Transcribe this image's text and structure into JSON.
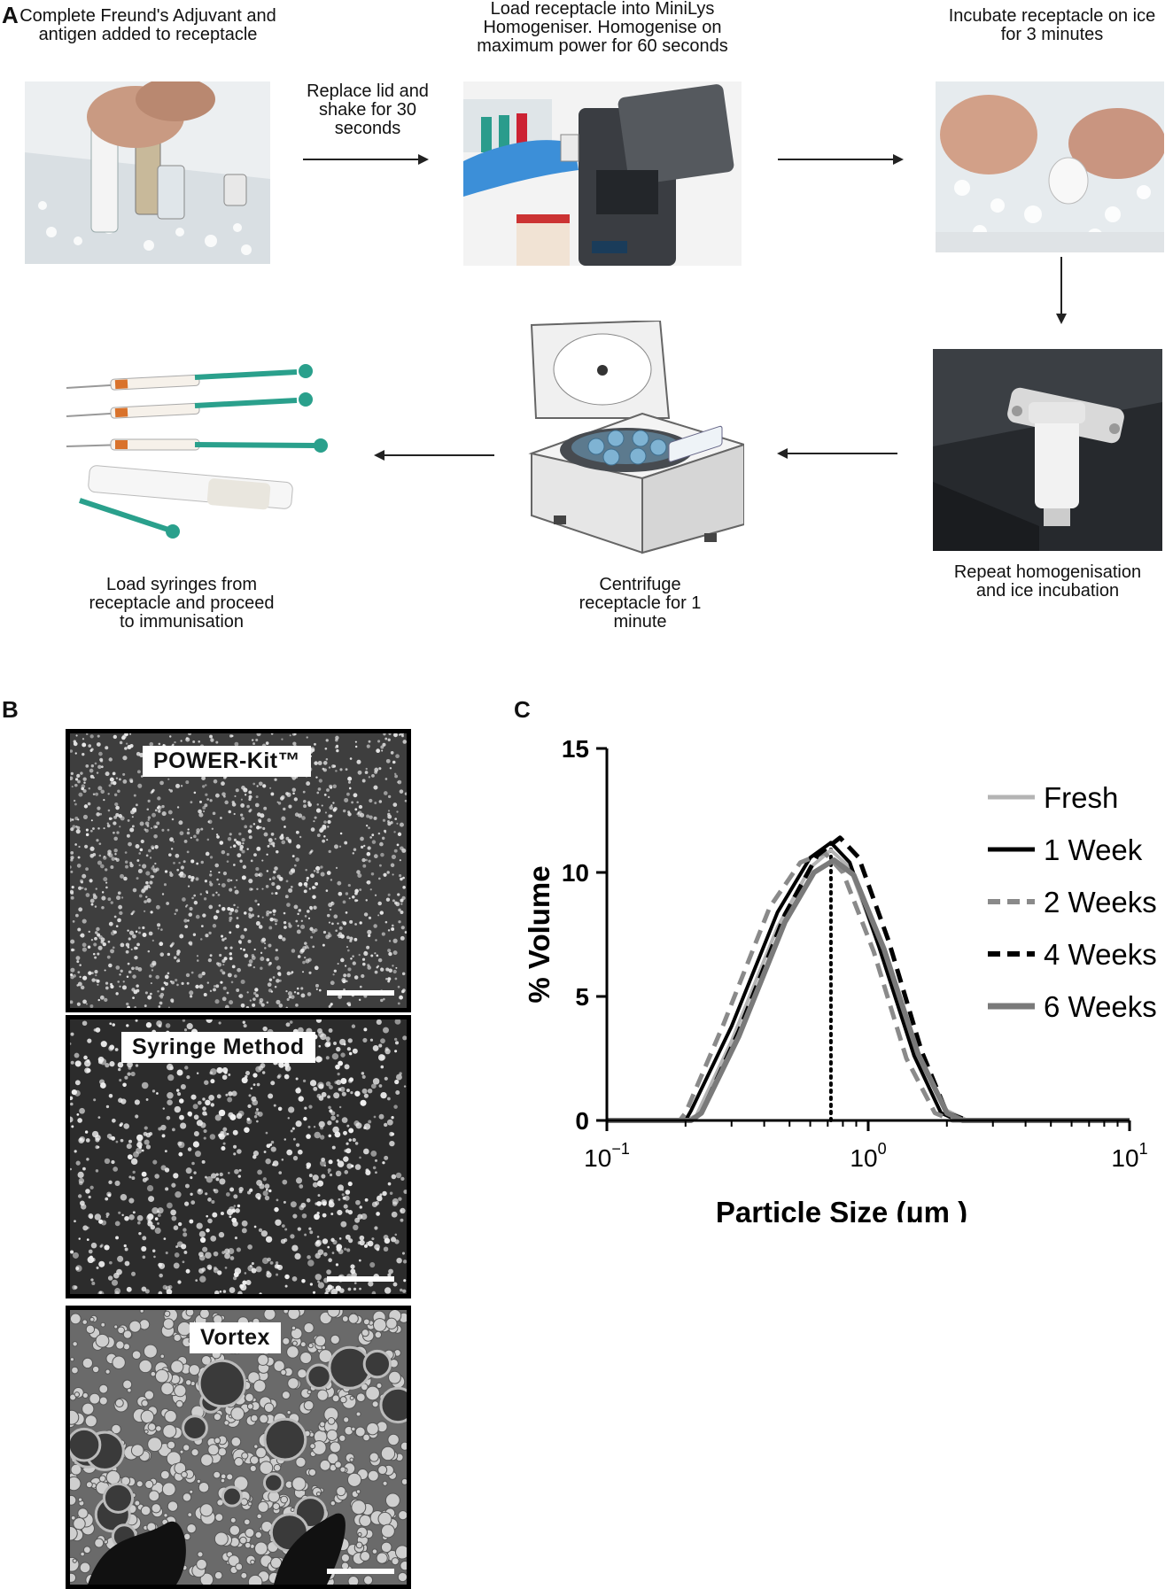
{
  "panel_a": {
    "label": "A",
    "steps": [
      {
        "text": "Complete Freund's Adjuvant and antigen added to receptacle"
      },
      {
        "text": "Load receptacle into MiniLys Homogeniser. Homogenise on maximum power for 60 seconds"
      },
      {
        "text": "Incubate receptacle on ice for 3 minutes"
      },
      {
        "text": "Repeat homogenisation and ice incubation"
      },
      {
        "text": "Centrifuge receptacle for 1 minute"
      },
      {
        "text": "Load syringes from receptacle and proceed to immunisation"
      }
    ],
    "arrow_labels": {
      "shake": "Replace lid and shake for 30 seconds"
    }
  },
  "panel_b": {
    "label": "B",
    "images": [
      {
        "label": "POWER-Kit™"
      },
      {
        "label": "Syringe Method"
      },
      {
        "label": "Vortex"
      }
    ]
  },
  "panel_c": {
    "label": "C"
  },
  "chart_data": {
    "type": "line",
    "title": "",
    "xlabel": "Particle Size (μm )",
    "ylabel": "% Volume",
    "xscale": "log",
    "xlim": [
      0.1,
      10
    ],
    "ylim": [
      0,
      15
    ],
    "x_ticks": [
      {
        "base": "10",
        "exp": "−1",
        "value": 0.1
      },
      {
        "base": "10",
        "exp": "0",
        "value": 1
      },
      {
        "base": "10",
        "exp": "1",
        "value": 10
      }
    ],
    "y_ticks": [
      "0",
      "5",
      "10",
      "15"
    ],
    "y_tick_values": [
      0,
      5,
      10,
      15
    ],
    "reference_line_x": 0.72,
    "legend_position": "top-right",
    "series": [
      {
        "name": "Fresh",
        "color": "#b4b4b4",
        "style": "solid",
        "x": [
          0.1,
          0.2,
          0.22,
          0.3,
          0.45,
          0.6,
          0.72,
          0.85,
          1.1,
          1.5,
          2.0,
          2.4,
          3,
          10
        ],
        "values": [
          0,
          0,
          0.2,
          3.2,
          7.8,
          10.2,
          10.9,
          10.2,
          7.0,
          2.8,
          0.4,
          0,
          0,
          0
        ]
      },
      {
        "name": "1 Week",
        "color": "#000000",
        "style": "solid",
        "x": [
          0.1,
          0.2,
          0.21,
          0.3,
          0.45,
          0.6,
          0.72,
          0.85,
          1.1,
          1.5,
          1.9,
          2.2,
          3,
          10
        ],
        "values": [
          0,
          0,
          0.4,
          3.8,
          8.4,
          10.6,
          11.2,
          10.4,
          7.0,
          2.6,
          0.3,
          0,
          0,
          0
        ]
      },
      {
        "name": "2 Weeks",
        "color": "#8a8a8a",
        "style": "dashed",
        "x": [
          0.1,
          0.19,
          0.2,
          0.28,
          0.42,
          0.55,
          0.68,
          0.8,
          1.05,
          1.4,
          1.8,
          2.1,
          3,
          10
        ],
        "values": [
          0,
          0,
          0.3,
          3.9,
          8.6,
          10.4,
          10.8,
          10.0,
          6.8,
          2.5,
          0.3,
          0,
          0,
          0
        ]
      },
      {
        "name": "4 Weeks",
        "color": "#000000",
        "style": "dashed",
        "x": [
          0.1,
          0.21,
          0.23,
          0.32,
          0.48,
          0.64,
          0.78,
          0.92,
          1.2,
          1.6,
          2.0,
          2.4,
          3,
          10
        ],
        "values": [
          0,
          0,
          0.3,
          3.6,
          8.3,
          10.7,
          11.4,
          10.6,
          7.2,
          2.8,
          0.3,
          0,
          0,
          0
        ]
      },
      {
        "name": "6 Weeks",
        "color": "#7a7a7a",
        "style": "solid-thick",
        "x": [
          0.1,
          0.21,
          0.23,
          0.32,
          0.48,
          0.62,
          0.74,
          0.88,
          1.15,
          1.55,
          2.0,
          2.3,
          3,
          10
        ],
        "values": [
          0,
          0,
          0.3,
          3.4,
          8.0,
          10.0,
          10.5,
          9.9,
          6.9,
          2.7,
          0.3,
          0,
          0,
          0
        ]
      }
    ]
  }
}
